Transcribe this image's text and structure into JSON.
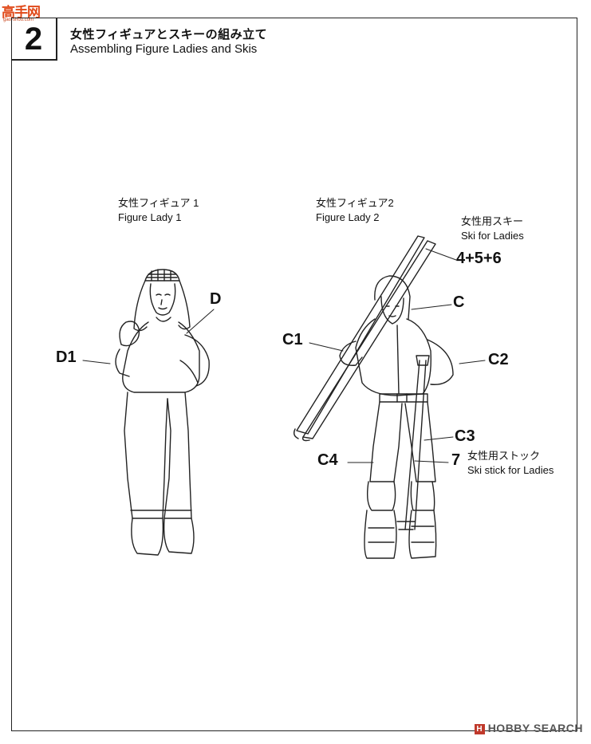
{
  "watermark_top": {
    "text": "高手网",
    "url": "gao-shou.com"
  },
  "step": {
    "number": "2",
    "title_jp": "女性フィギュアとスキーの組み立て",
    "title_en": "Assembling Figure Ladies and Skis"
  },
  "figure1": {
    "label_jp": "女性フィギュア 1",
    "label_en": "Figure Lady 1",
    "parts": {
      "head": "D",
      "arm": "D1"
    }
  },
  "figure2": {
    "label_jp": "女性フィギュア2",
    "label_en": "Figure Lady 2",
    "parts": {
      "head": "C",
      "arm_left": "C1",
      "arm_right": "C2",
      "leg_right": "C3",
      "leg_left": "C4"
    }
  },
  "skis": {
    "label_jp": "女性用スキー",
    "label_en": "Ski for Ladies",
    "parts": "4+5+6"
  },
  "ski_stick": {
    "label_jp": "女性用ストック",
    "label_en": "Ski stick for Ladies",
    "part": "7"
  },
  "watermark_bottom": {
    "badge": "H",
    "text": "HOBBY SEARCH"
  }
}
